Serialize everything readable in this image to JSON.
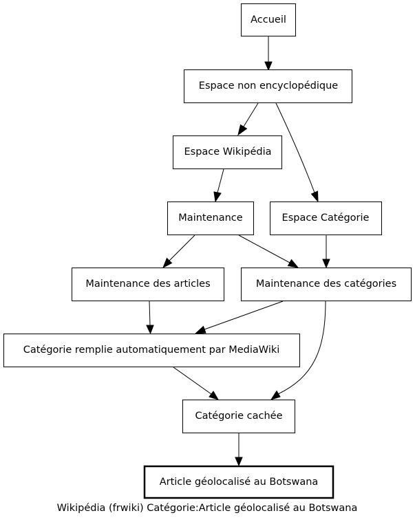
{
  "nodes": {
    "accueil": "Accueil",
    "espace_non_encyclo": "Espace non encyclopédique",
    "espace_wikipedia": "Espace Wikipédia",
    "maintenance": "Maintenance",
    "espace_categorie": "Espace Catégorie",
    "maintenance_articles": "Maintenance des articles",
    "maintenance_categories": "Maintenance des catégories",
    "categorie_remplie": "Catégorie remplie automatiquement par MediaWiki",
    "categorie_cachee": "Catégorie cachée",
    "article_geolocalise": "Article géolocalisé au Botswana"
  },
  "edges": [
    [
      "accueil",
      "espace_non_encyclo"
    ],
    [
      "espace_non_encyclo",
      "espace_wikipedia"
    ],
    [
      "espace_non_encyclo",
      "espace_categorie"
    ],
    [
      "espace_wikipedia",
      "maintenance"
    ],
    [
      "maintenance",
      "maintenance_articles"
    ],
    [
      "maintenance",
      "maintenance_categories"
    ],
    [
      "espace_categorie",
      "maintenance_categories"
    ],
    [
      "maintenance_articles",
      "categorie_remplie"
    ],
    [
      "maintenance_categories",
      "categorie_remplie"
    ],
    [
      "maintenance_categories",
      "categorie_cachee"
    ],
    [
      "categorie_remplie",
      "categorie_cachee"
    ],
    [
      "categorie_cachee",
      "article_geolocalise"
    ]
  ],
  "caption": "Wikipédia (frwiki) Catégorie:Article géolocalisé au Botswana"
}
